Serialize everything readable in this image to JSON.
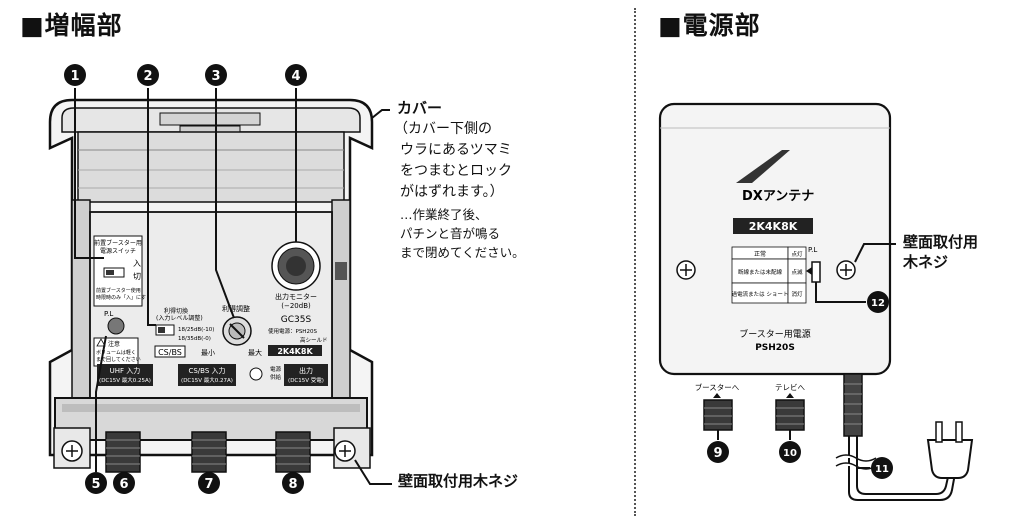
{
  "amp_section": {
    "title": "■増幅部",
    "cover_callout": {
      "title": "カバー",
      "lines": [
        "（カバー下側の",
        "ウラにあるツマミ",
        "をつまむとロック",
        "がはずれます。）",
        "…作業終了後、",
        "パチンと音が鳴る",
        "まで閉めてください。"
      ]
    },
    "wall_screw_label": "壁面取付用木ネジ",
    "device_labels": {
      "switch_title": [
        "前置ブースター用",
        "電源スイッチ"
      ],
      "switch_on": "入",
      "switch_off": "切",
      "switch_note": [
        "前置ブースター使用",
        "時限時のみ「入」にす"
      ],
      "pl": "P.L",
      "caution": [
        "注意",
        "ボリュームは軽く",
        "まで回してください"
      ],
      "gain_select": [
        "利得切換",
        "(入力レベル調整)"
      ],
      "gain_opts": [
        "18/25dB(-10)",
        "18/35dB(-0)"
      ],
      "gain_adjust": "利得調整",
      "min": "最小",
      "max": "最大",
      "csbs": "CS/BS",
      "monitor": [
        "出力モニター",
        "(−20dB)"
      ],
      "model": "GC35S",
      "power_use": "使用電源：PSH20S",
      "shield": "高シールド",
      "badge": "2K4K8K",
      "uhf_input": [
        "UHF 入力",
        "(DC15V 最大0.25A)"
      ],
      "csbs_input": [
        "CS/BS 入力",
        "(DC15V 最大0.27A)"
      ],
      "output": [
        "出力",
        "(DC15V 受電)"
      ],
      "power_side": [
        "電源",
        "供給"
      ]
    },
    "markers": [
      "1",
      "2",
      "3",
      "4",
      "5",
      "6",
      "7",
      "8"
    ]
  },
  "power_section": {
    "title": "■電源部",
    "brand": "DXアンテナ",
    "badge": "2K4K8K",
    "pl": "P.L",
    "status_rows": [
      {
        "state": "正常",
        "lamp": "点灯"
      },
      {
        "state": "断線または未配線",
        "lamp": "点滅"
      },
      {
        "state": "過電流または ショート",
        "lamp": "消灯"
      }
    ],
    "product_name": "ブースター用電源",
    "model": "PSH20S",
    "port_booster": "ブースターへ",
    "port_tv": "テレビへ",
    "wall_screw_label": [
      "壁面取付用",
      "木ネジ"
    ],
    "markers": [
      "9",
      "10",
      "11",
      "12"
    ]
  },
  "colors": {
    "ink": "#111111",
    "panel": "#e8e8e8",
    "shell": "#f4f4f4",
    "dark": "#3a3a3a"
  }
}
